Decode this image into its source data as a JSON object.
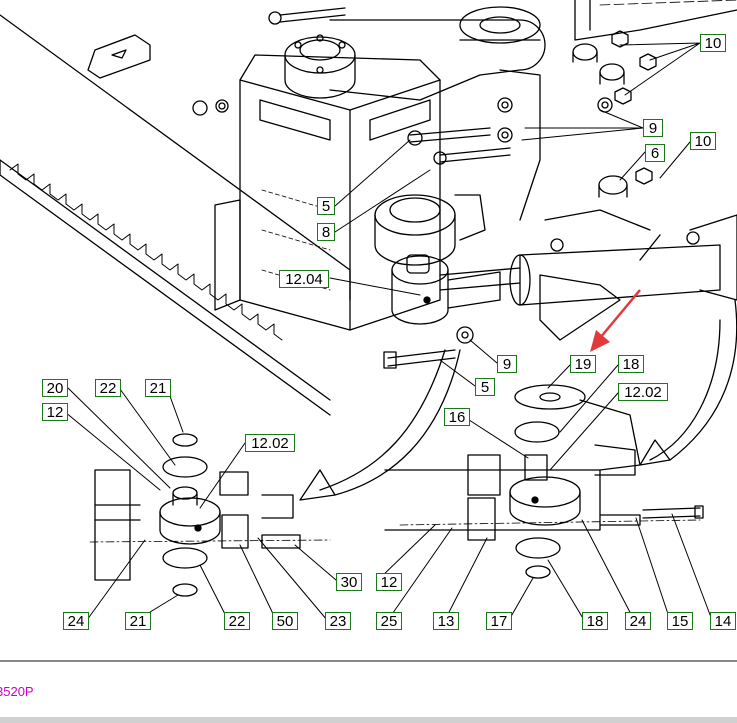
{
  "diagram": {
    "callouts": {
      "c10a": "10",
      "c9a": "9",
      "c10b": "10",
      "c6": "6",
      "c5a": "5",
      "c8": "8",
      "c1204": "12.04",
      "c9b": "9",
      "c5b": "5",
      "c19": "19",
      "c18a": "18",
      "c1202b": "12.02",
      "c16": "16",
      "c20": "20",
      "c22a": "22",
      "c21a": "21",
      "c12a": "12",
      "c1202a": "12.02",
      "c30": "30",
      "c12b": "12",
      "c24a": "24",
      "c21b": "21",
      "c22b": "22",
      "c50": "50",
      "c23": "23",
      "c25": "25",
      "c13": "13",
      "c17": "17",
      "c18b": "18",
      "c24b": "24",
      "c15": "15",
      "c14": "14"
    },
    "arrow_color": "#e23a3a",
    "label_border_color": "#1a7a1a"
  },
  "footer": {
    "code": "3520P"
  }
}
